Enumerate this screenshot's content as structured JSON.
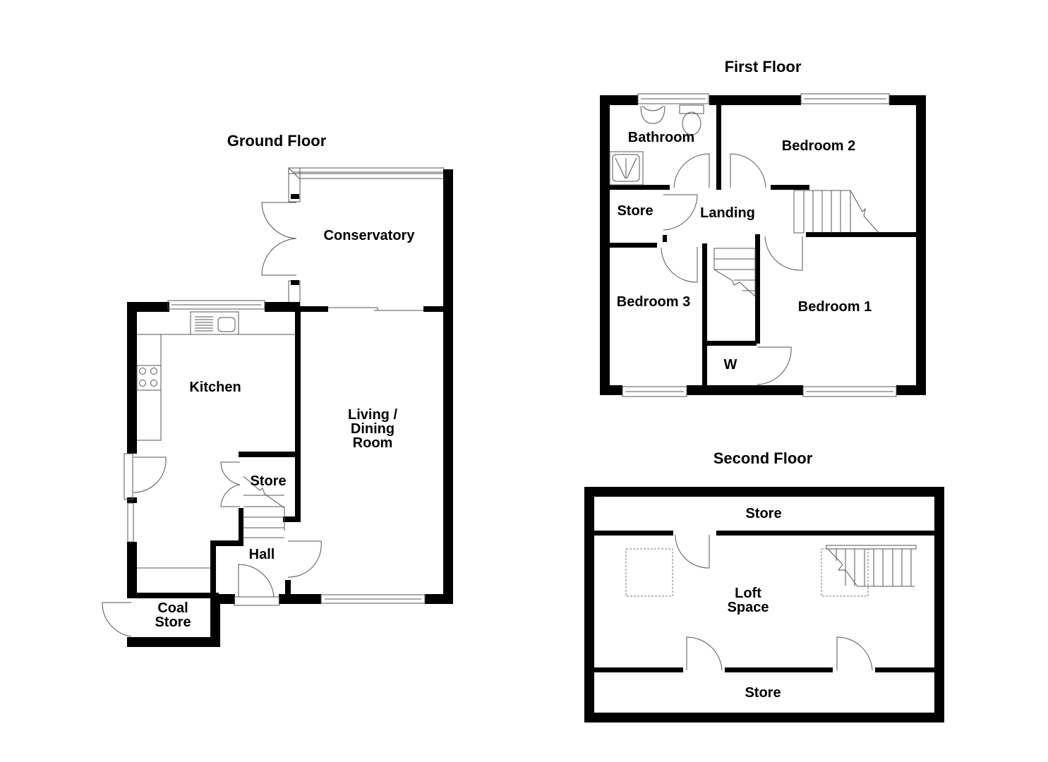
{
  "colors": {
    "wall": "#000000",
    "background": "#ffffff",
    "fixture": "#555555"
  },
  "floors": {
    "ground": {
      "title": "Ground Floor",
      "rooms": {
        "conservatory": "Conservatory",
        "kitchen": "Kitchen",
        "living_dining": "Living /\nDining\nRoom",
        "store": "Store",
        "hall": "Hall",
        "coal_store": "Coal\nStore"
      }
    },
    "first": {
      "title": "First Floor",
      "rooms": {
        "bathroom": "Bathroom",
        "bedroom2": "Bedroom 2",
        "store": "Store",
        "landing": "Landing",
        "bedroom3": "Bedroom 3",
        "bedroom1": "Bedroom 1",
        "w": "W"
      }
    },
    "second": {
      "title": "Second Floor",
      "rooms": {
        "store_top": "Store",
        "loft_space": "Loft\nSpace",
        "store_bottom": "Store"
      }
    }
  }
}
